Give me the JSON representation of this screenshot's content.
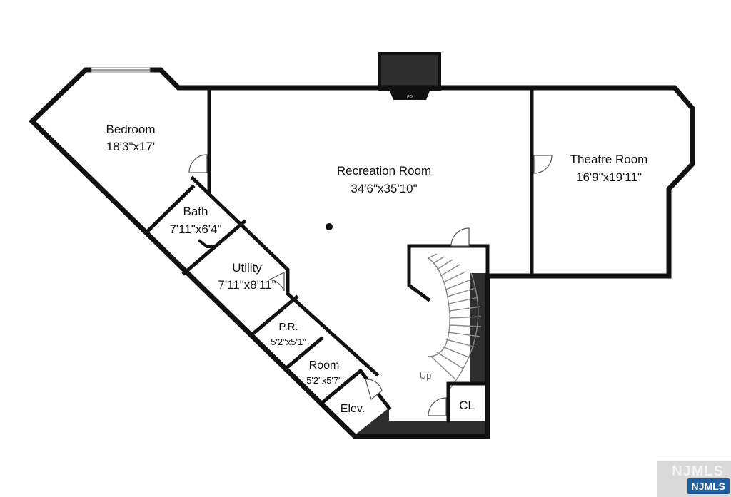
{
  "rooms": {
    "bedroom": {
      "name": "Bedroom",
      "dim": "18'3\"x17'"
    },
    "recreation": {
      "name": "Recreation Room",
      "dim": "34'6\"x35'10\""
    },
    "theatre": {
      "name": "Theatre Room",
      "dim": "16'9\"x19'11\""
    },
    "bath": {
      "name": "Bath",
      "dim": "7'11\"x6'4\""
    },
    "utility": {
      "name": "Utility",
      "dim": "7'11\"x8'11\""
    },
    "pr": {
      "name": "P.R.",
      "dim": "5'2\"x5'1\""
    },
    "room": {
      "name": "Room",
      "dim": "5'2\"x5'7\""
    },
    "elev": {
      "name": "Elev."
    },
    "cl": {
      "name": "CL"
    }
  },
  "annotations": {
    "stairs": "Up",
    "fireplace": "FP"
  },
  "watermark": {
    "badge": "NJMLS"
  }
}
